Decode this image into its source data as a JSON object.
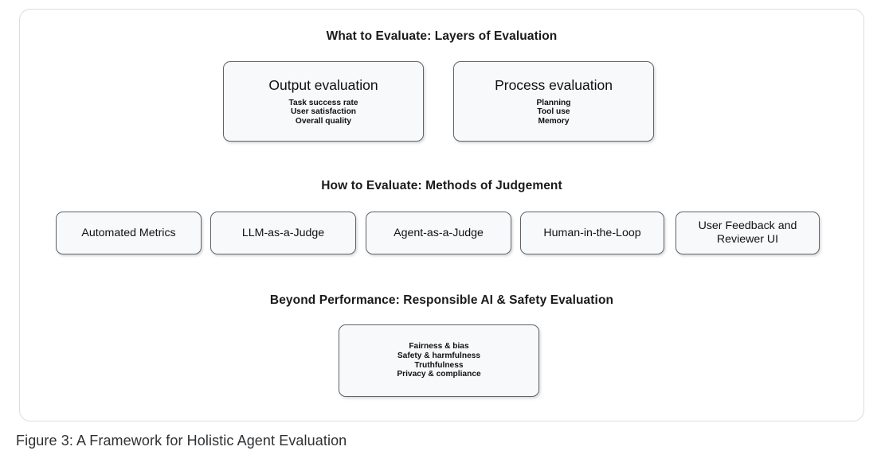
{
  "figure": {
    "caption": "Figure 3: A Framework for Holistic Agent Evaluation",
    "frame_border_color": "#dadce0",
    "box_border_color": "#5f6368",
    "box_fill_color": "#f8f9fa",
    "text_color": "#111111"
  },
  "sections": {
    "layers": {
      "heading": "What to Evaluate: Layers of Evaluation",
      "boxes": [
        {
          "title": "Output evaluation",
          "items": [
            "Task success rate",
            "User satisfaction",
            "Overall quality"
          ]
        },
        {
          "title": "Process evaluation",
          "items": [
            "Planning",
            "Tool use",
            "Memory"
          ]
        }
      ]
    },
    "methods": {
      "heading": "How to Evaluate: Methods of Judgement",
      "boxes": [
        {
          "label": "Automated Metrics"
        },
        {
          "label": "LLM-as-a-Judge"
        },
        {
          "label": "Agent-as-a-Judge"
        },
        {
          "label": "Human-in-the-Loop"
        },
        {
          "label": "User Feedback and Reviewer UI"
        }
      ]
    },
    "beyond": {
      "heading": "Beyond Performance: Responsible AI & Safety Evaluation",
      "box": {
        "items": [
          "Fairness & bias",
          "Safety & harmfulness",
          "Truthfulness",
          "Privacy & compliance"
        ]
      }
    }
  }
}
